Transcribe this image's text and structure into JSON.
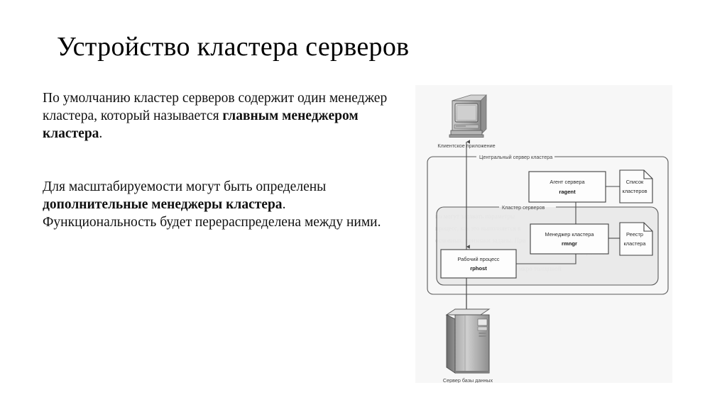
{
  "slide": {
    "title": "Устройство кластера серверов"
  },
  "body": {
    "paragraphs": [
      {
        "lines": [
          {
            "text": "По умолчанию кластер серверов содержит один",
            "bold": false
          },
          {
            "text": "менеджер кластера, который называется",
            "bold": false
          },
          {
            "text": "главным менеджером кластера",
            "bold": true
          },
          {
            "text": ".",
            "bold": false
          }
        ]
      },
      {
        "lines": [
          {
            "text": "Для масштабируемости могут быть определены",
            "bold": false
          },
          {
            "text": "дополнительные менеджеры кластера",
            "bold": true
          },
          {
            "text": ".",
            "bold": false
          },
          {
            "text": "Функциональность будет перераспределена",
            "bold": false
          },
          {
            "text": "между ними.",
            "bold": false
          }
        ]
      }
    ],
    "p1_l1": "По умолчанию кластер серверов содержит один",
    "p1_l2": "менеджер кластера, который называется",
    "p1_l3_bold": "главным менеджером кластера",
    "p1_l3_tail": ".",
    "p2_l1": "Для масштабируемости могут быть определены",
    "p2_l2_bold": "дополнительные менеджеры кластера",
    "p2_l2_tail": ".",
    "p2_l3": "Функциональность будет перераспределена",
    "p2_l4": "между ними."
  },
  "diagram": {
    "background_color": "#f7f7f7",
    "line_color": "#4a4a4a",
    "nodes": {
      "client_icon_label": "Клиентское приложение",
      "central_server_label": "Центральный сервер кластера",
      "server_cluster_label": "Кластер серверов",
      "ragent_line1": "Агент сервера",
      "ragent_line2": "ragent",
      "cluster_list_line1": "Список",
      "cluster_list_line2": "кластеров",
      "rmngr_line1": "Менеджер кластера",
      "rmngr_line2": "rmngr",
      "cluster_registry_line1": "Реестр",
      "cluster_registry_line2": "кластера",
      "rphost_line1": "Рабочий процесс",
      "rphost_line2": "rphost",
      "db_server_label": "Сервер базы данных"
    },
    "ghost_text": {
      "l1": "по могут задавать параметры",
      "l2": "процесс, как это выполняется в",
      "l3": "основных, признаки заданы.  При",
      "l4": "варианте",
      "l5": "которого и сдельными мкро толщиной"
    }
  }
}
